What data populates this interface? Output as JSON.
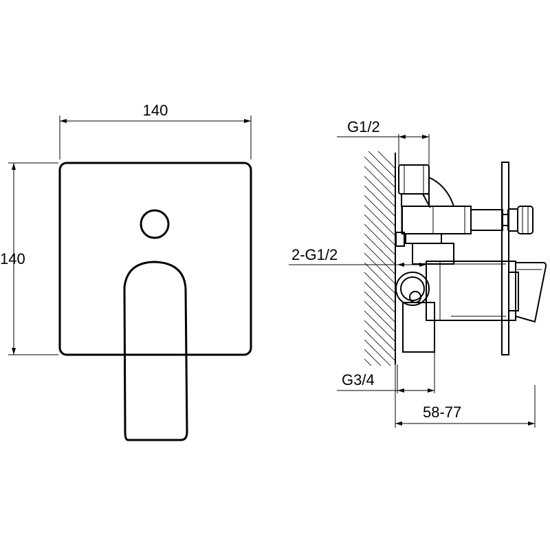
{
  "front_view": {
    "width_label": "140",
    "height_label": "140"
  },
  "side_view": {
    "top_connection_label": "G1/2",
    "middle_connection_label": "2-G1/2",
    "bottom_connection_label": "G3/4",
    "depth_range_label": "58-77"
  }
}
